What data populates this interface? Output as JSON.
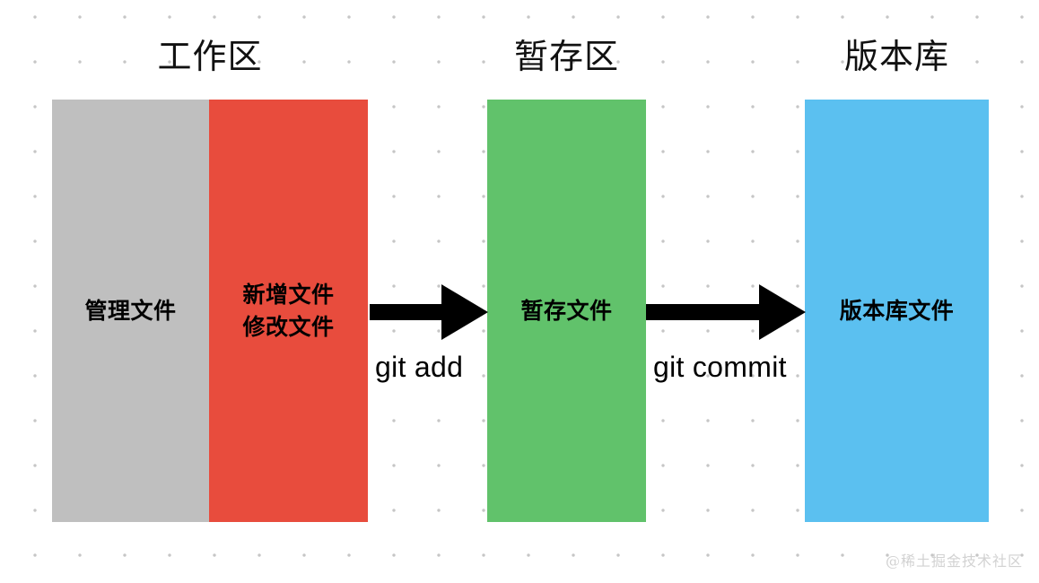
{
  "diagram": {
    "title_workspace": "工作区",
    "title_staging": "暂存区",
    "title_repository": "版本库",
    "blocks": [
      {
        "name": "managed-files",
        "label": "管理文件",
        "color": "#bfbfbf"
      },
      {
        "name": "changed-files",
        "label": "新增文件\n修改文件",
        "color": "#e84c3d"
      },
      {
        "name": "staged-files",
        "label": "暂存文件",
        "color": "#61c26b"
      },
      {
        "name": "repository-files",
        "label": "版本库文件",
        "color": "#5bc0f0"
      }
    ],
    "arrows": [
      {
        "name": "git-add",
        "caption": "git add",
        "color": "#000000"
      },
      {
        "name": "git-commit",
        "caption": "git commit",
        "color": "#000000"
      }
    ],
    "watermark": "@稀土掘金技术社区",
    "background": {
      "page_color": "#ffffff",
      "dot_color": "#c6c6c6"
    }
  }
}
